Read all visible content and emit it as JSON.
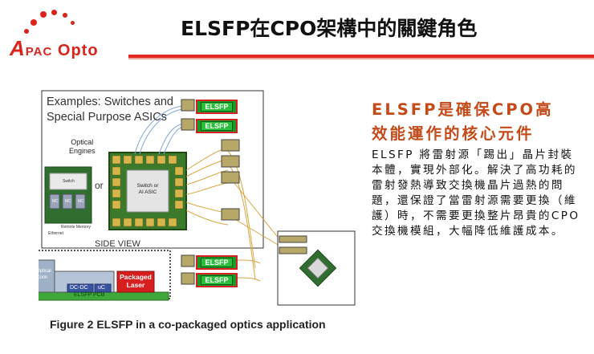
{
  "header": {
    "logo_a": "A",
    "logo_pac": "PAC",
    "logo_opto": "Opto",
    "title": "ELSFP在CPO架構中的關鍵角色"
  },
  "diagram": {
    "examples_line1": "Examples: Switches and",
    "examples_line2": "Special Purpose ASICs",
    "elsfp_label": "ELSFP",
    "optical_engines_line1": "Optical",
    "optical_engines_line2": "Engines",
    "switch_small": "Switch",
    "or_label": "or",
    "asic_line1": "Switch  or",
    "asic_line2": "AI ASIC",
    "mc_label": "MC",
    "remote_memory": "Remote Memory",
    "ethernet": "Ethernet",
    "side_view": "SIDE VIEW",
    "optical_conn_line1": "Optical",
    "optical_conn_line2": "Conn",
    "dcdc": "DC-DC",
    "uc": "uC",
    "packaged_laser_line1": "Packaged",
    "packaged_laser_line2": "Laser",
    "elsfp_pcb": "ELSFP PCB"
  },
  "text": {
    "headline_line1": "ELSFP是確保CPO高",
    "headline_line2": "效能運作的核心元件",
    "body": "ELSFP 將雷射源「踢出」晶片封裝本體，實現外部化。解決了高功耗的雷射發熱導致交換機晶片過熱的問題，還保證了當雷射源需要更換（維護）時，不需要更換整片昂貴的CPO交換機模組，大幅降低維護成本。"
  },
  "caption": "Figure 2 ELSFP in a co-packaged optics application",
  "colors": {
    "brand_red": "#d9241b",
    "headline": "#c44a1a",
    "elsfp_green": "#2cbf3d",
    "elsfp_border": "#d62020"
  }
}
